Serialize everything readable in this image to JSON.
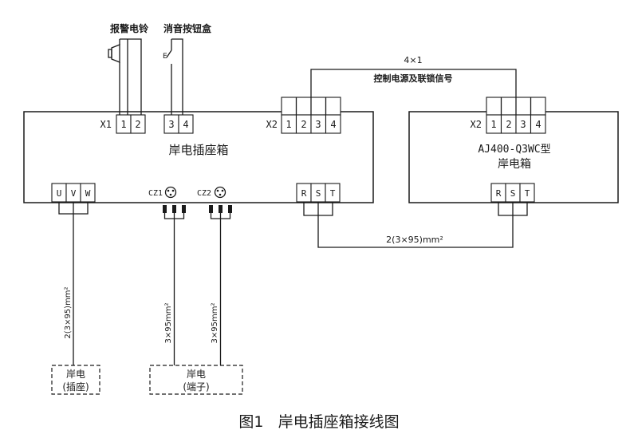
{
  "devices": {
    "alarm_bell": "报警电铃",
    "mute_button_box": "消音按钮盒",
    "shore_socket_box": "岸电插座箱",
    "aj_box_model": "AJ400-Q3WC型",
    "aj_box_name": "岸电箱"
  },
  "terminals": {
    "x1": {
      "label": "X1",
      "pins": [
        "1",
        "2",
        "3",
        "4"
      ]
    },
    "x2_left": {
      "label": "X2",
      "pins": [
        "1",
        "2",
        "3",
        "4"
      ]
    },
    "x2_right": {
      "label": "X2",
      "pins": [
        "1",
        "2",
        "3",
        "4"
      ]
    },
    "uvw": [
      "U",
      "V",
      "W"
    ],
    "rst_left": [
      "R",
      "S",
      "T"
    ],
    "rst_right": [
      "R",
      "S",
      "T"
    ],
    "cz1": "CZ1",
    "cz2": "CZ2",
    "switch_mark": "E"
  },
  "cables": {
    "control_count": "4×1",
    "control_desc": "控制电源及联锁信号",
    "rst_cable": "2(3×95)mm²",
    "uvw_cable": "2(3×95)mm²",
    "cz1_cable": "3×95mm²",
    "cz2_cable": "3×95mm²"
  },
  "endpoints": {
    "socket_l1": "岸电",
    "socket_l2": "(插座)",
    "terminal_l1": "岸电",
    "terminal_l2": "(端子)"
  },
  "caption": "图1   岸电插座箱接线图"
}
